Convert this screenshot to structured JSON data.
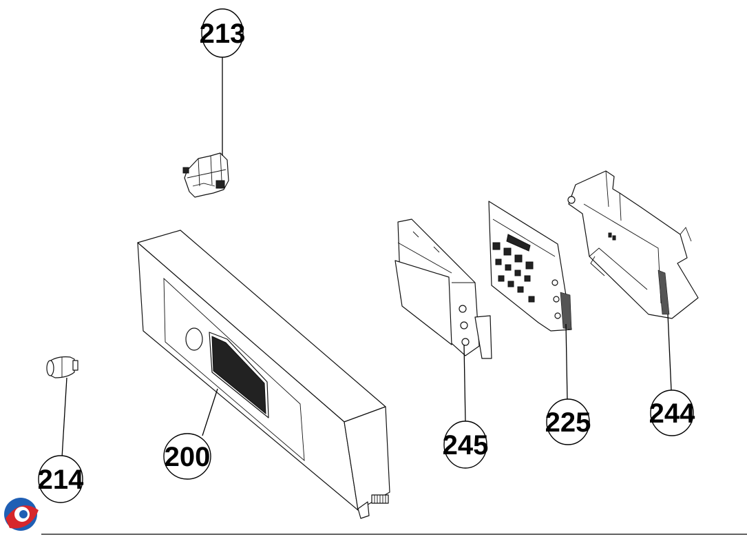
{
  "callouts": {
    "c213": "213",
    "c214": "214",
    "c200": "200",
    "c245": "245",
    "c225": "225",
    "c244": "244"
  },
  "colors": {
    "line": "#000000",
    "logo_blue": "#1f5fb4",
    "logo_red": "#d6262b"
  }
}
